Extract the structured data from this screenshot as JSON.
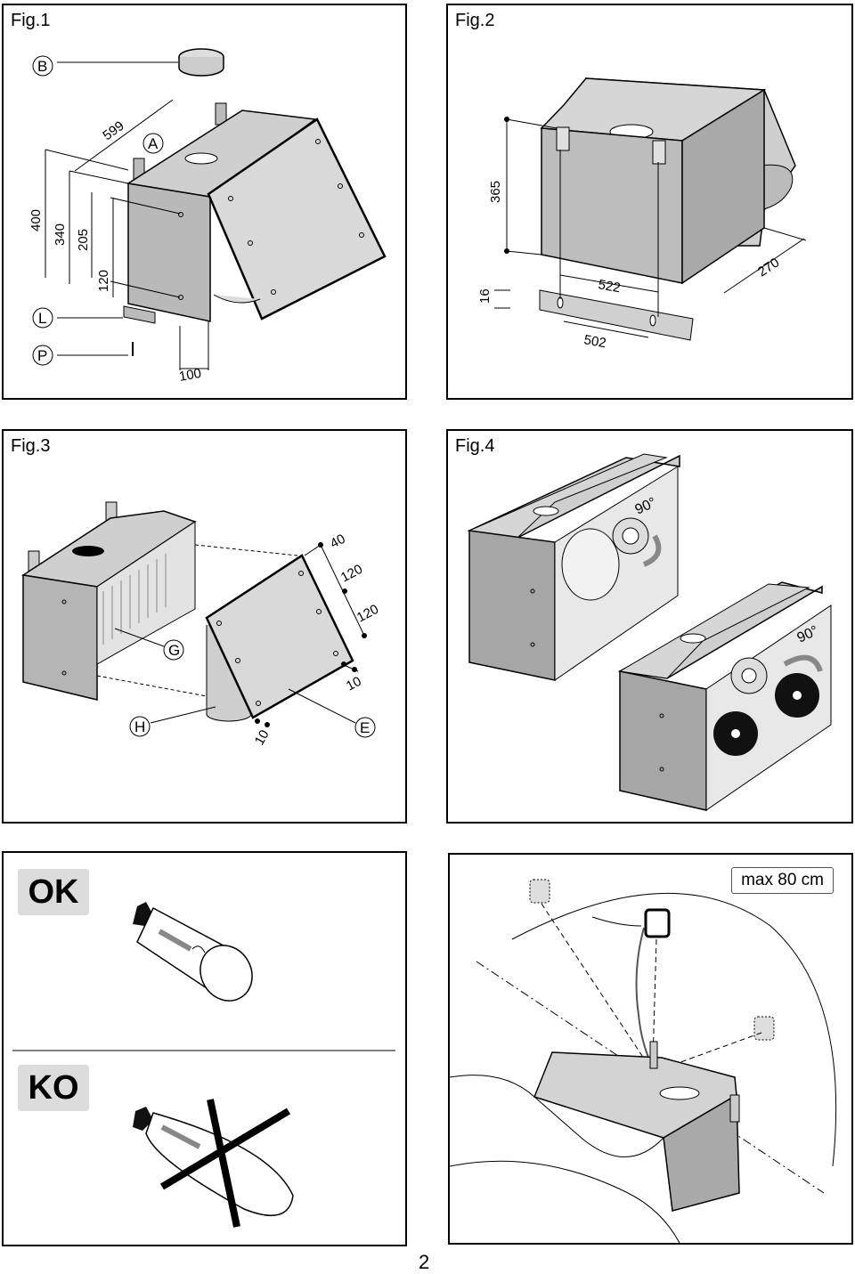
{
  "fig1": {
    "label": "Fig.1",
    "letters": [
      "B",
      "A",
      "L",
      "P"
    ],
    "dims": [
      "599",
      "400",
      "340",
      "205",
      "120",
      "100"
    ]
  },
  "fig2": {
    "label": "Fig.2",
    "dims": [
      "365",
      "16",
      "522",
      "270",
      "502"
    ]
  },
  "fig3": {
    "label": "Fig.3",
    "letters": [
      "G",
      "H",
      "E"
    ],
    "dims": [
      "40",
      "120",
      "120",
      "10",
      "10"
    ]
  },
  "fig4": {
    "label": "Fig.4",
    "angles": [
      "90°",
      "90°"
    ]
  },
  "lamp": {
    "ok": "OK",
    "ko": "KO"
  },
  "cable": {
    "max_label": "max 80 cm"
  },
  "page_number": "2"
}
